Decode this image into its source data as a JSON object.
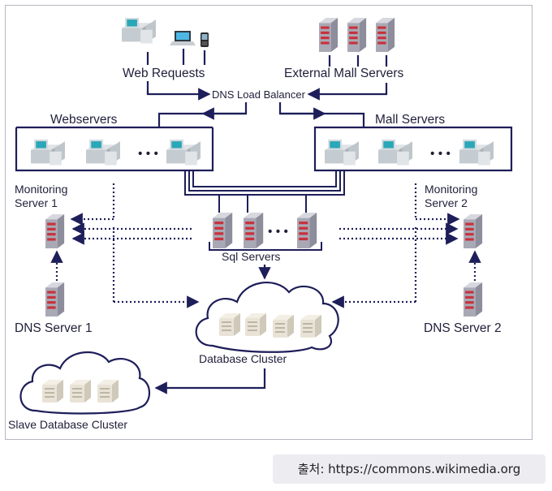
{
  "labels": {
    "web_requests": "Web Requests",
    "external_mall_servers": "External Mall Servers",
    "dns_load_balancer": "DNS Load Balancer",
    "webservers": "Webservers",
    "mall_servers": "Mall Servers",
    "monitoring_server_1": [
      "Monitoring",
      "Server 1"
    ],
    "monitoring_server_2": [
      "Monitoring",
      "Server 2"
    ],
    "sql_servers": "Sql Servers",
    "dns_server_1": "DNS Server 1",
    "dns_server_2": "DNS Server 2",
    "database_cluster": "Database Cluster",
    "slave_database_cluster": "Slave Database Cluster",
    "ellipsis": "• • •"
  },
  "credit": "출처: https://commons.wikimedia.org",
  "colors": {
    "line": "#1e1e5a",
    "server_red": "#c8323c",
    "server_grey": "#b9b9c4",
    "frame": "#b7b7c4"
  }
}
